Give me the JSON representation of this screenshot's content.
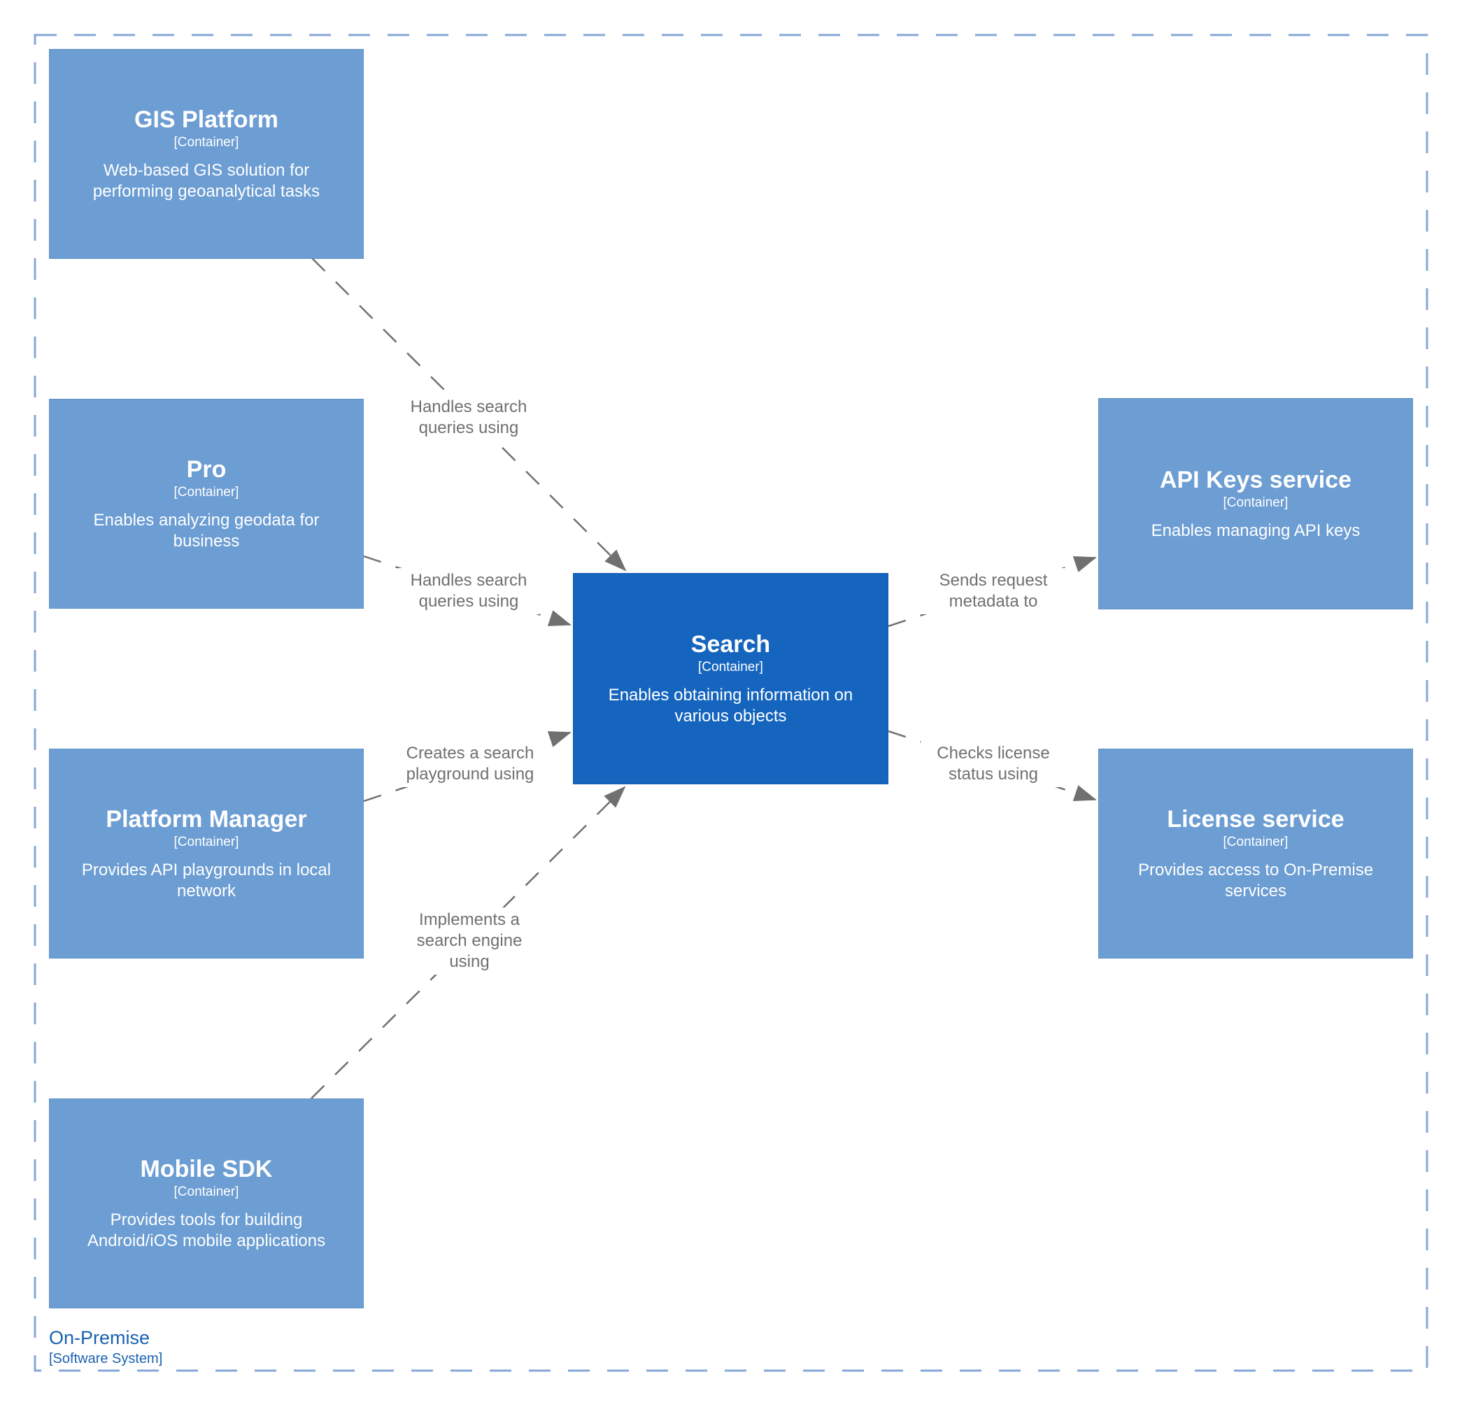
{
  "diagram": {
    "boundary": {
      "name": "On-Premise",
      "meta": "[Software System]"
    },
    "nodes": {
      "gis_platform": {
        "title": "GIS Platform",
        "meta": "[Container]",
        "description": "Web-based GIS solution for performing geoanalytical tasks"
      },
      "pro": {
        "title": "Pro",
        "meta": "[Container]",
        "description": "Enables analyzing geodata for business"
      },
      "platform_manager": {
        "title": "Platform Manager",
        "meta": "[Container]",
        "description": "Provides API playgrounds in local network"
      },
      "mobile_sdk": {
        "title": "Mobile SDK",
        "meta": "[Container]",
        "description": "Provides tools for building Android/iOS mobile applications"
      },
      "search": {
        "title": "Search",
        "meta": "[Container]",
        "description": "Enables obtaining information on various objects"
      },
      "api_keys_service": {
        "title": "API Keys service",
        "meta": "[Container]",
        "description": "Enables managing API keys"
      },
      "license_service": {
        "title": "License service",
        "meta": "[Container]",
        "description": "Provides access to On-Premise services"
      }
    },
    "edges": {
      "gis_to_search": {
        "label": "Handles search queries using"
      },
      "pro_to_search": {
        "label": "Handles search queries using"
      },
      "pm_to_search": {
        "label": "Creates a search playground using"
      },
      "msdk_to_search": {
        "label": "Implements a search engine using"
      },
      "search_to_apikeys": {
        "label": "Sends request metadata to"
      },
      "search_to_license": {
        "label": "Checks license status using"
      }
    },
    "colors": {
      "container_fill": "#6C9DD3",
      "highlight_fill": "#1565BE",
      "edge_gray": "#707070",
      "boundary_blue": "#85A7D6",
      "boundary_label_blue": "#1A62B0"
    }
  }
}
